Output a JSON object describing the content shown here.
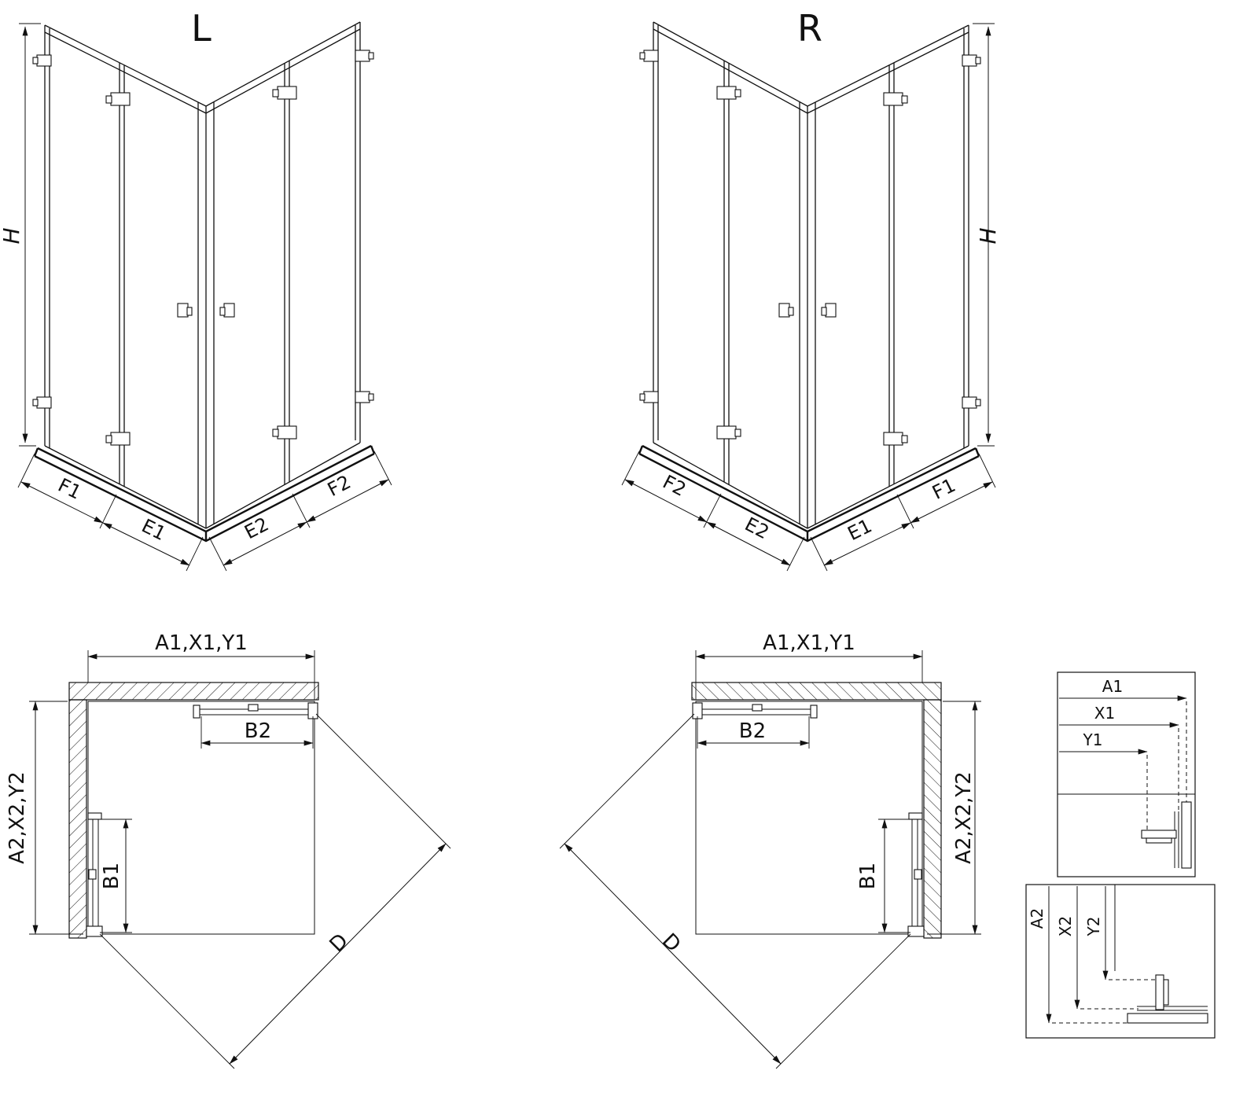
{
  "views": {
    "left3d": {
      "title": "L",
      "h": "H",
      "f1": "F1",
      "e1": "E1",
      "e2": "E2",
      "f2": "F2"
    },
    "right3d": {
      "title": "R",
      "h": "H",
      "f1": "F1",
      "e1": "E1",
      "e2": "E2",
      "f2": "F2"
    },
    "plan_left": {
      "width": "A1,X1,Y1",
      "depth": "A2,X2,Y2",
      "b1": "B1",
      "b2": "B2",
      "d": "D"
    },
    "plan_right": {
      "width": "A1,X1,Y1",
      "depth": "A2,X2,Y2",
      "b1": "B1",
      "b2": "B2",
      "d": "D"
    },
    "detail_width": {
      "a1": "A1",
      "x1": "X1",
      "y1": "Y1"
    },
    "detail_depth": {
      "a2": "A2",
      "x2": "X2",
      "y2": "Y2"
    }
  }
}
